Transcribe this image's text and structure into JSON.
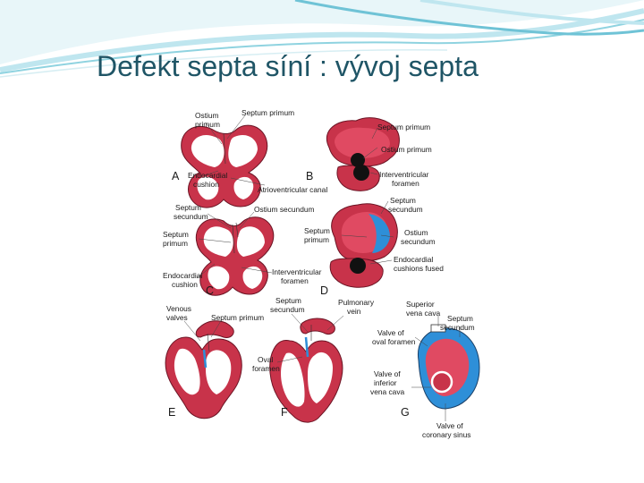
{
  "slide": {
    "title": "Defekt septa síní : vývoj septa"
  },
  "figure": {
    "panels": [
      {
        "letter": "A",
        "labels": [
          "Ostium",
          "primum",
          "Septum primum",
          "Endocardial",
          "cushion",
          "Atrioventricular canal"
        ]
      },
      {
        "letter": "B",
        "labels": [
          "Septum primum",
          "Ostium primum",
          "Interventricular",
          "foramen"
        ]
      },
      {
        "letter": "C",
        "labels": [
          "Septum",
          "secundum",
          "Ostium secundum",
          "Septum",
          "primum",
          "Endocardial",
          "cushion",
          "Interventricular",
          "foramen"
        ]
      },
      {
        "letter": "D",
        "labels": [
          "Septum",
          "secundum",
          "Septum",
          "primum",
          "Ostium",
          "secundum",
          "Endocardial",
          "cushions fused"
        ]
      },
      {
        "letter": "E",
        "labels": [
          "Venous",
          "valves",
          "Septum primum"
        ]
      },
      {
        "letter": "F",
        "labels": [
          "Septum",
          "secundum",
          "Pulmonary",
          "vein",
          "Oval",
          "foramen"
        ]
      },
      {
        "letter": "G",
        "labels": [
          "Superior",
          "vena cava",
          "Septum",
          "secundum",
          "Valve of",
          "oval foramen",
          "Valve of",
          "inferior",
          "vena cava",
          "Valve of",
          "coronary sinus"
        ]
      }
    ]
  },
  "colors": {
    "title": "#1f5566",
    "wall": "#c8334a",
    "septum_blue": "#2e8fd8",
    "wave_light": "#bfe6ef",
    "wave_dark": "#6fc3d6"
  }
}
